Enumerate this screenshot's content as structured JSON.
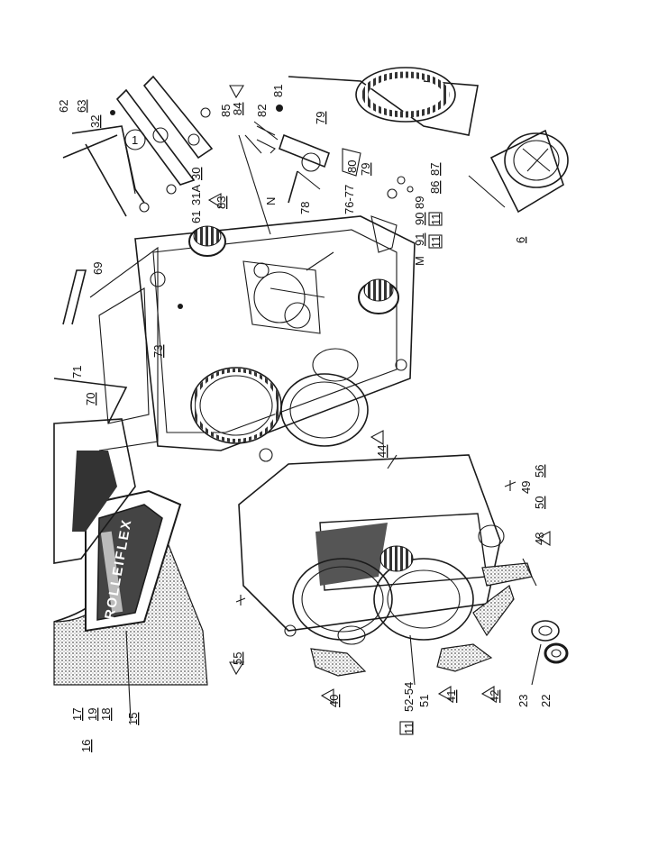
{
  "callouts": [
    {
      "id": "c62",
      "text": "62"
    },
    {
      "id": "c63",
      "text": "63"
    },
    {
      "id": "c32",
      "text": "32"
    },
    {
      "id": "c85",
      "text": "85"
    },
    {
      "id": "c84",
      "text": "84"
    },
    {
      "id": "c82",
      "text": "82"
    },
    {
      "id": "c81",
      "text": "81"
    },
    {
      "id": "c79a",
      "text": "79"
    },
    {
      "id": "c79b",
      "text": "79"
    },
    {
      "id": "c80",
      "text": "80"
    },
    {
      "id": "c30",
      "text": "30"
    },
    {
      "id": "c31A",
      "text": "31A"
    },
    {
      "id": "c61",
      "text": "61"
    },
    {
      "id": "c83",
      "text": "83"
    },
    {
      "id": "cN",
      "text": "N"
    },
    {
      "id": "c78",
      "text": "78"
    },
    {
      "id": "c7677",
      "text": "76-77"
    },
    {
      "id": "c87",
      "text": "87"
    },
    {
      "id": "c86",
      "text": "86"
    },
    {
      "id": "c89",
      "text": "89"
    },
    {
      "id": "c90",
      "text": "90"
    },
    {
      "id": "c91",
      "text": "91"
    },
    {
      "id": "cM",
      "text": "M"
    },
    {
      "id": "c11a",
      "text": "11"
    },
    {
      "id": "c11b",
      "text": "11"
    },
    {
      "id": "c6",
      "text": "6"
    },
    {
      "id": "c69",
      "text": "69"
    },
    {
      "id": "c73",
      "text": "73"
    },
    {
      "id": "c71",
      "text": "71"
    },
    {
      "id": "c70",
      "text": "70"
    },
    {
      "id": "c44",
      "text": "44"
    },
    {
      "id": "c56",
      "text": "56"
    },
    {
      "id": "c49",
      "text": "49"
    },
    {
      "id": "c50",
      "text": "50"
    },
    {
      "id": "c43",
      "text": "43"
    },
    {
      "id": "c55",
      "text": "55"
    },
    {
      "id": "c40",
      "text": "40"
    },
    {
      "id": "c41",
      "text": "41"
    },
    {
      "id": "c42",
      "text": "42"
    },
    {
      "id": "c23",
      "text": "23"
    },
    {
      "id": "c22",
      "text": "22"
    },
    {
      "id": "c5254",
      "text": "52-54"
    },
    {
      "id": "c51",
      "text": "51"
    },
    {
      "id": "c11c",
      "text": "11"
    },
    {
      "id": "c17",
      "text": "17"
    },
    {
      "id": "c19",
      "text": "19"
    },
    {
      "id": "c18",
      "text": "18"
    },
    {
      "id": "c16",
      "text": "16"
    },
    {
      "id": "c15",
      "text": "15"
    }
  ],
  "nameplate": "ROLLEIFLEX",
  "circled_marker": "1"
}
